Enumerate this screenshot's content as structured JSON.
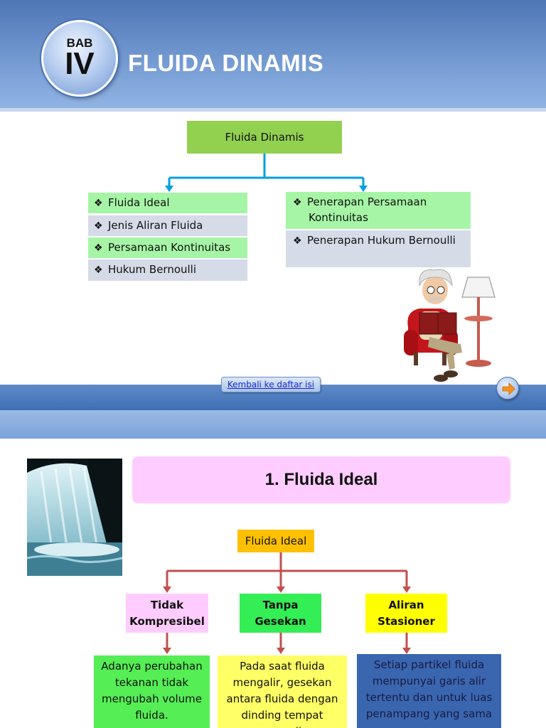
{
  "slide1": {
    "badge": {
      "label": "BAB",
      "numeral": "IV"
    },
    "title": "FLUIDA DINAMIS",
    "root": "Fluida Dinamis",
    "bullet": "❖",
    "left_items": [
      "Fluida Ideal",
      "Jenis Aliran Fluida",
      "Persamaan Kontinuitas",
      "Hukum Bernoulli"
    ],
    "right_items": [
      "Penerapan Persamaan Kontinuitas",
      "Penerapan Hukum Bernoulli"
    ],
    "back_link": "Kembali ke daftar isi",
    "next_icon": "arrow-right-icon"
  },
  "slide2": {
    "title": "1. Fluida Ideal",
    "root": "Fluida Ideal",
    "categories": [
      {
        "label": "Tidak Kompresibel",
        "color": "#ffccff"
      },
      {
        "label": "Tanpa Gesekan",
        "color": "#33ee55"
      },
      {
        "label": "Aliran Stasioner",
        "color": "#ffff00"
      }
    ],
    "descriptions": [
      {
        "text": "Adanya perubahan tekanan tidak mengubah volume fluida.",
        "color": "#55ee55"
      },
      {
        "text": "Pada saat fluida mengalir, gesekan antara fluida dengan dinding tempat mengalir",
        "color": "#ffff66"
      },
      {
        "text": "Setiap partikel fluida mempunyai garis alir tertentu dan untuk luas penampang yang sama",
        "color": "#3a66b0"
      }
    ]
  },
  "colors": {
    "green_box": "#92d050",
    "arrow_blue": "#00a0e0",
    "arrow_red": "#c0504d",
    "root2": "#ffc000"
  }
}
